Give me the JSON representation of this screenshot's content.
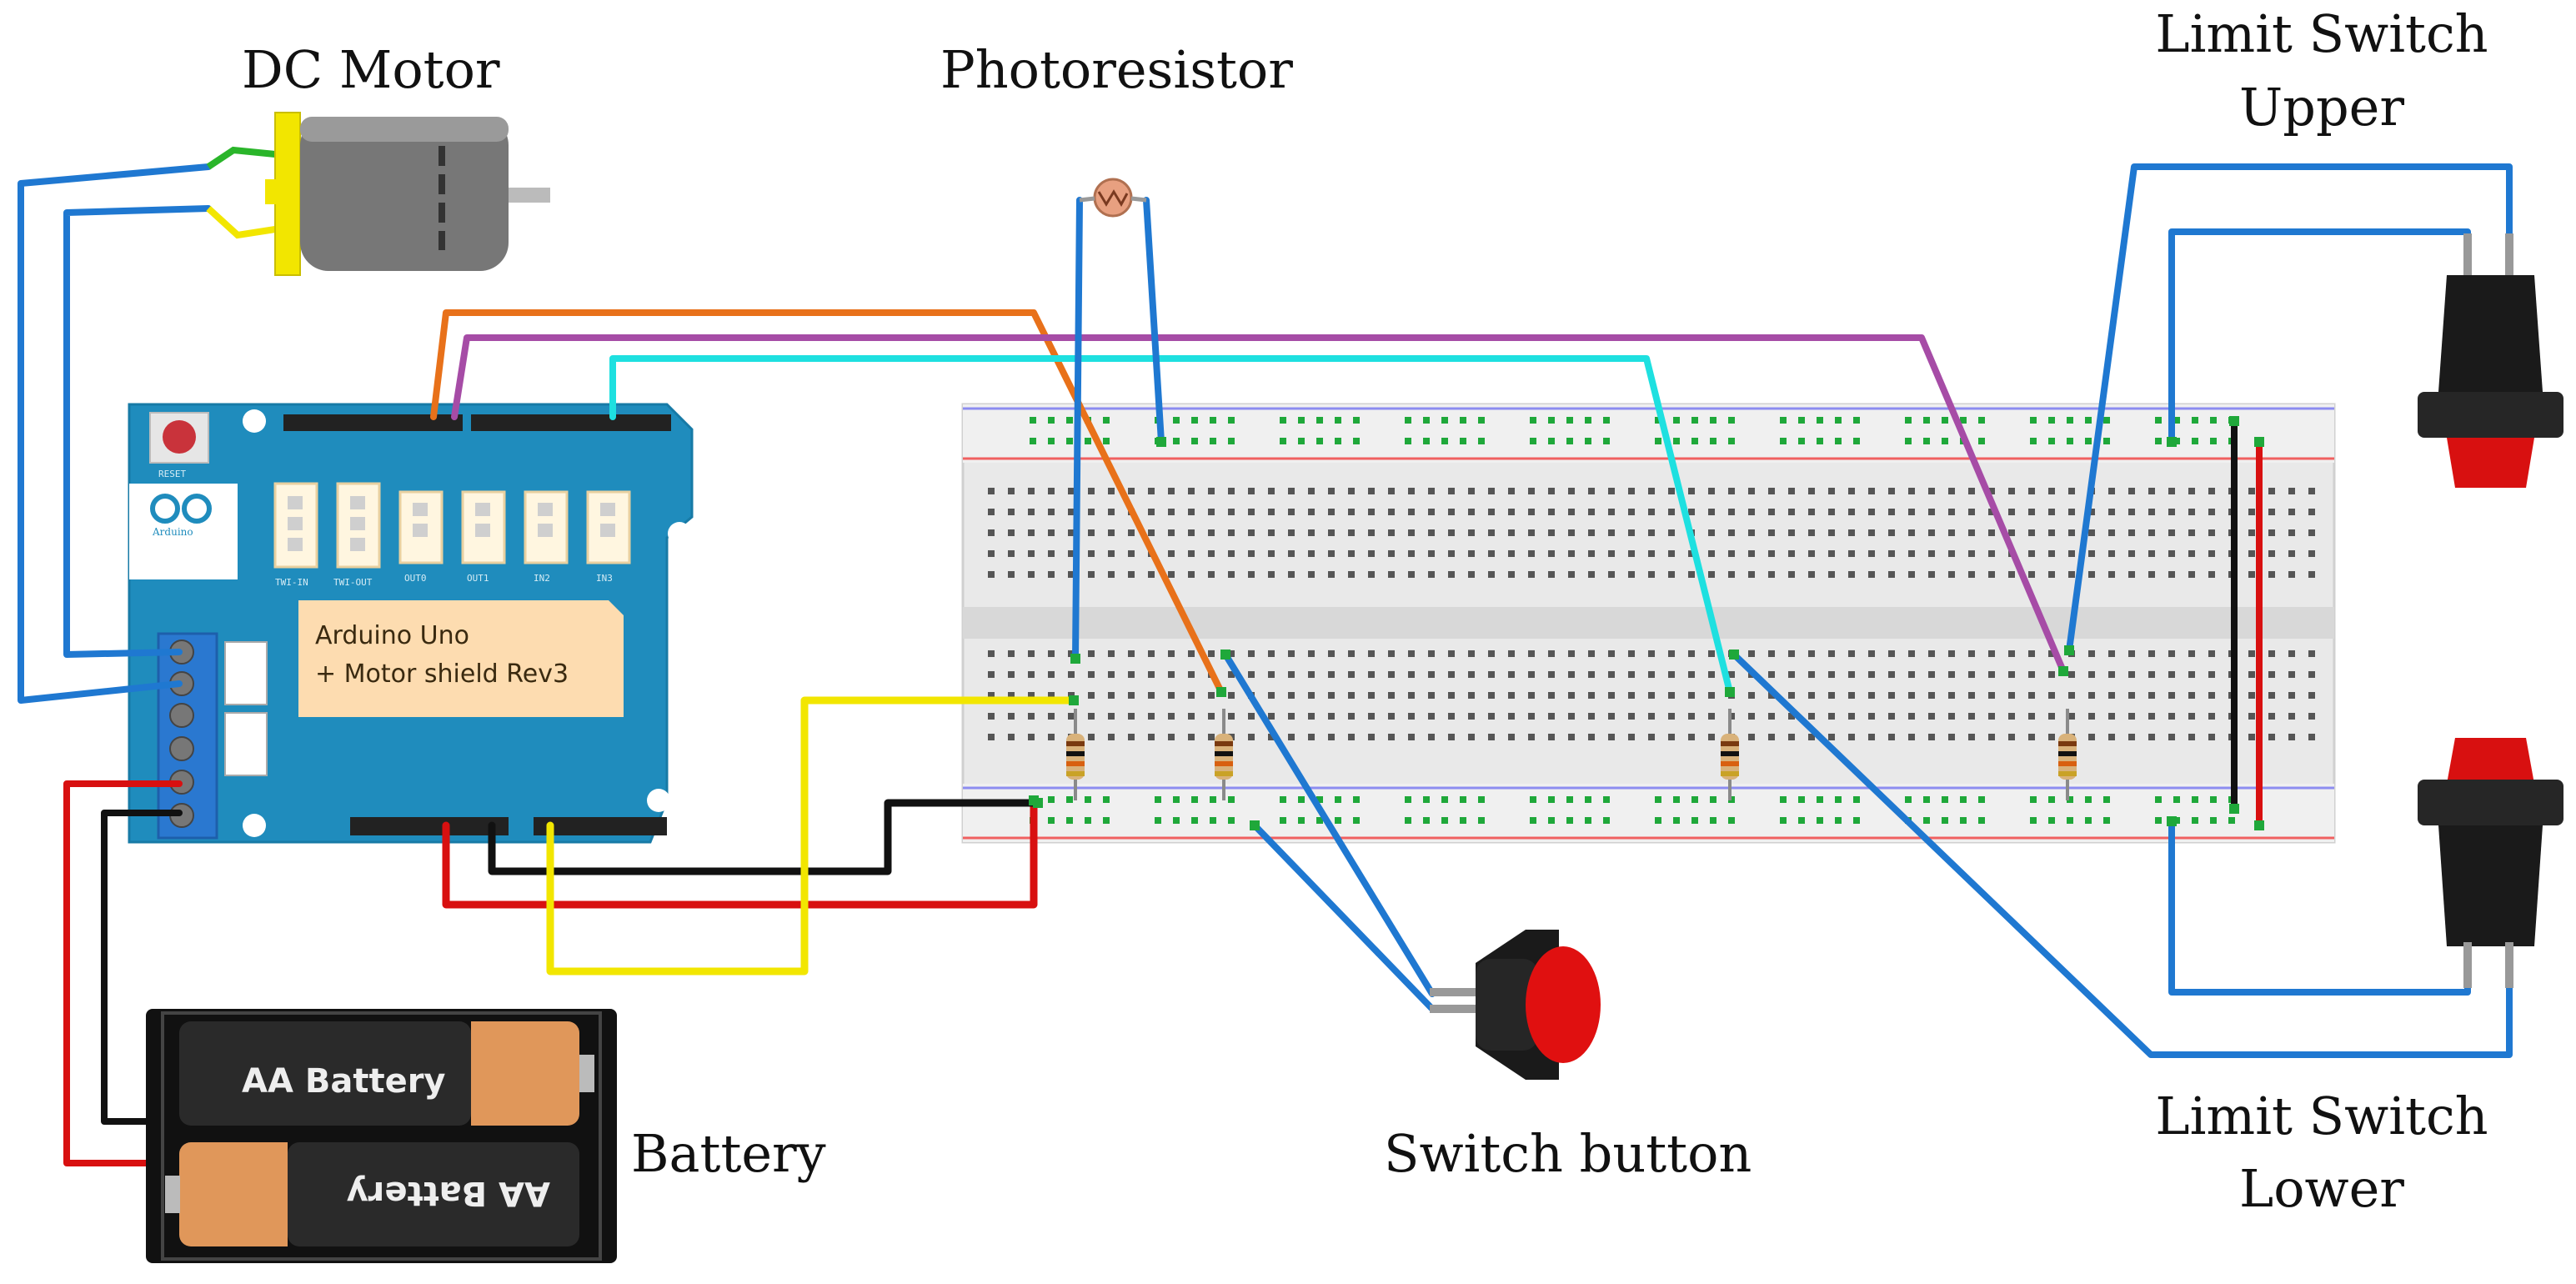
{
  "labels": {
    "dc_motor": "DC Motor",
    "photoresistor": "Photoresistor",
    "limit_upper_1": "Limit Switch",
    "limit_upper_2": "Upper",
    "limit_lower_1": "Limit Switch",
    "limit_lower_2": "Lower",
    "battery": "Battery",
    "switch_button": "Switch button"
  },
  "shield": {
    "line1": "Arduino Uno",
    "line2": "+ Motor shield Rev3",
    "reset": "RESET",
    "brand": "Arduino",
    "ports": [
      "TWI-IN",
      "TWI-OUT",
      "OUT0",
      "OUT1",
      "IN2",
      "IN3"
    ]
  },
  "battery_pack": {
    "cell_top": "AA Battery",
    "cell_bottom": "AA Battery"
  },
  "colors": {
    "shield": "#1f8cbd",
    "wire_blue": "#1f78d1",
    "wire_orange": "#e8711a",
    "wire_purple": "#a64ca6",
    "wire_cyan": "#1ee0e0",
    "wire_yellow": "#f2e600",
    "wire_black": "#111111",
    "wire_red": "#d81010",
    "button_red": "#e01010",
    "motor_yellow": "#f2e600"
  }
}
